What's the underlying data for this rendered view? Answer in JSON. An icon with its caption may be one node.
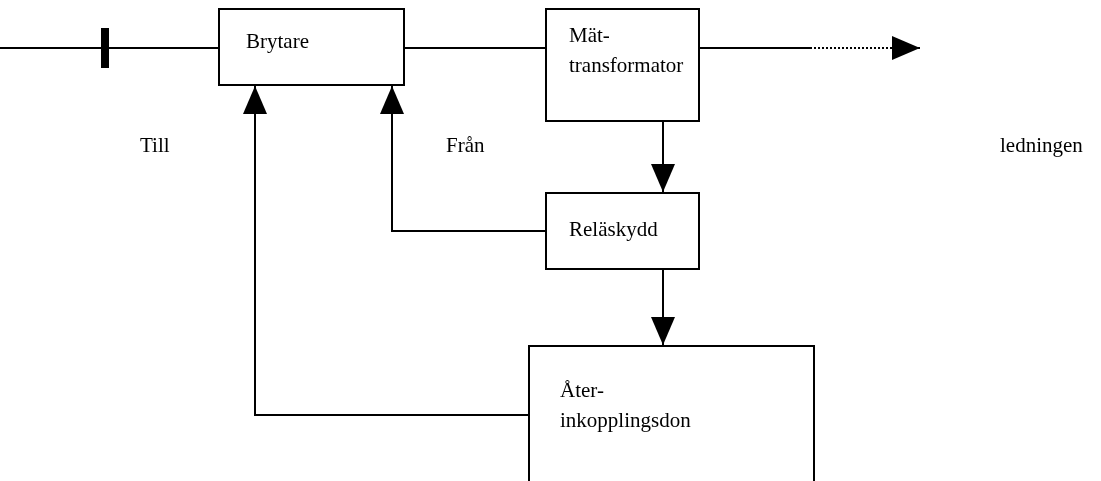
{
  "diagram": {
    "nodes": [
      {
        "text": [
          "Brytare"
        ]
      },
      {
        "text": [
          "Mät- transformator"
        ]
      },
      {
        "text": [
          "Reläskydd"
        ]
      },
      {
        "text": [
          "Åter- inkopplingsdon"
        ]
      }
    ],
    "edges": [
      {
        "from": null,
        "to": 0,
        "arrow": "none"
      },
      {
        "from": 0,
        "to": 1,
        "arrow": "none"
      },
      {
        "from": 1,
        "to": null,
        "arrow": "to",
        "style": "dashed"
      },
      {
        "from": 1,
        "to": 2,
        "arrow": "to"
      },
      {
        "from": 2,
        "to": 0,
        "arrow": "to"
      },
      {
        "from": 2,
        "to": 3,
        "arrow": "to"
      },
      {
        "from": 3,
        "to": 0,
        "arrow": "to"
      }
    ],
    "labels": [
      "Till",
      "Från",
      "ledningen"
    ]
  }
}
